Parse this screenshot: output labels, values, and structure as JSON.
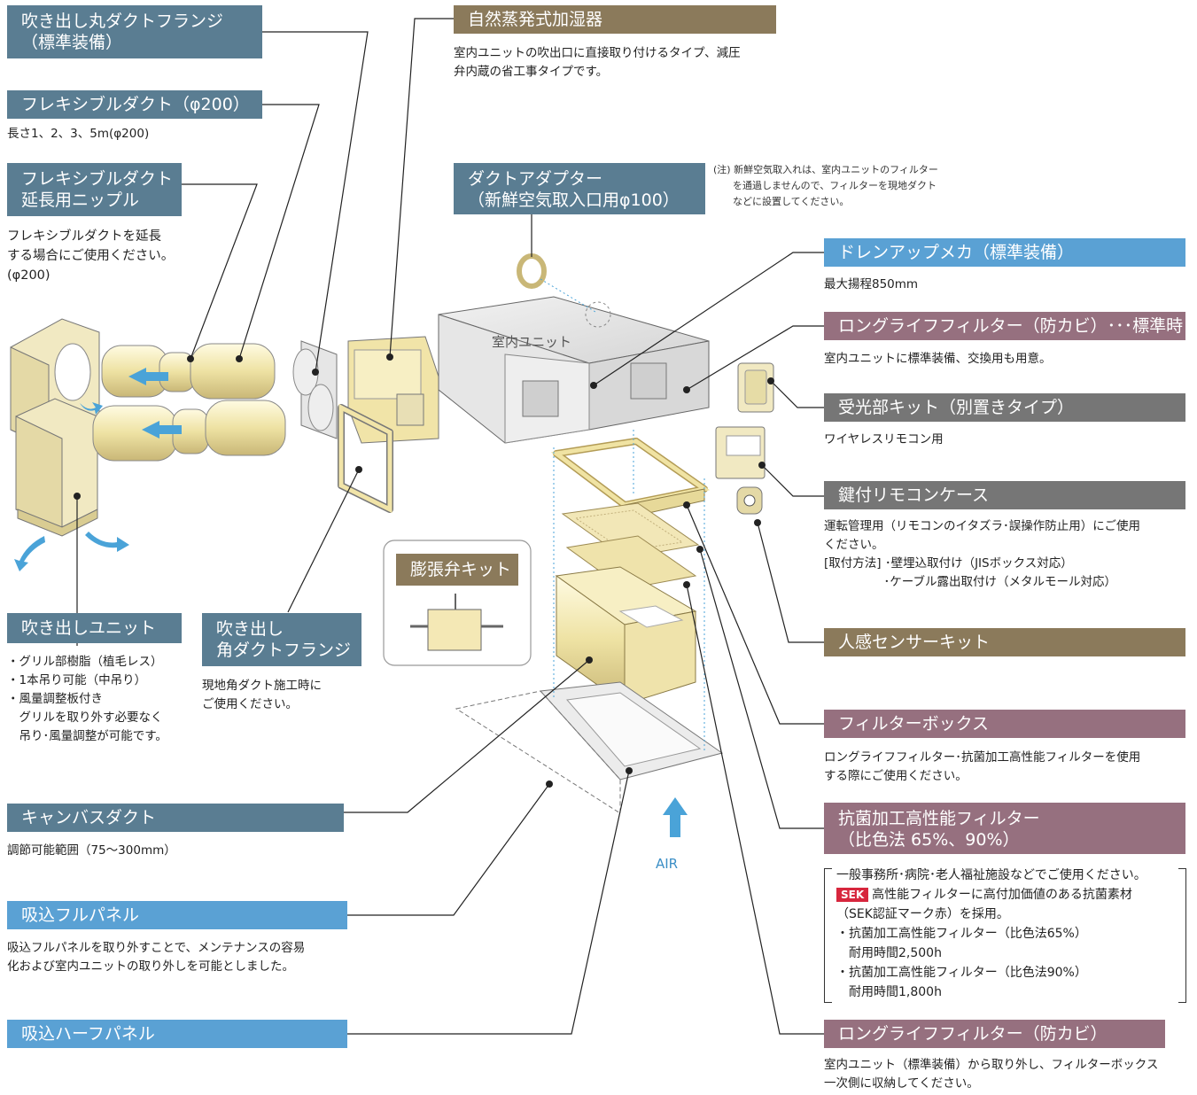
{
  "labels": {
    "marudakuto": [
      "吹き出し丸ダクトフランジ",
      "（標準装備）"
    ],
    "flexible": "フレキシブルダクト（φ200）",
    "nipple": [
      "フレキシブルダクト",
      "延長用ニップル"
    ],
    "fukidashi_unit": "吹き出しユニット",
    "kakudakuto": [
      "吹き出し",
      "角ダクトフランジ"
    ],
    "canvas": "キャンバスダクト",
    "full_panel": "吸込フルパネル",
    "half_panel": "吸込ハーフパネル",
    "humidifier": "自然蒸発式加湿器",
    "adapter": [
      "ダクトアダプター",
      "（新鮮空気取入口用φ100）"
    ],
    "drain": "ドレンアップメカ（標準装備）",
    "longlife_std": "ロングライフフィルター（防カビ）･･･標準時",
    "receiver": "受光部キット（別置きタイプ）",
    "remote_case": "鍵付リモコンケース",
    "sensor": "人感センサーキット",
    "filter_box": "フィルターボックス",
    "antibac": [
      "抗菌加工高性能フィルター",
      "（比色法 65%、90%）"
    ],
    "longlife": "ロングライフフィルター（防カビ）",
    "valve_kit": "膨張弁キット",
    "indoor_unit": "室内ユニット",
    "air": "AIR"
  },
  "descriptions": {
    "flexible": [
      "長さ1、2、3、5m(φ200)"
    ],
    "nipple": [
      "フレキシブルダクトを延長",
      "する場合にご使用ください。",
      "(φ200)"
    ],
    "fukidashi_unit": [
      "・グリル部樹脂（植毛レス）",
      "・1本吊り可能（中吊り）",
      "・風量調整板付き",
      "　グリルを取り外す必要なく",
      "　吊り･風量調整が可能です。"
    ],
    "kakudakuto": [
      "現地角ダクト施工時に",
      "ご使用ください。"
    ],
    "canvas": [
      "調節可能範囲（75〜300mm）"
    ],
    "full_panel": [
      "吸込フルパネルを取り外すことで、メンテナンスの容易",
      "化および室内ユニットの取り外しを可能としました。"
    ],
    "humidifier": [
      "室内ユニットの吹出口に直接取り付けるタイプ、減圧",
      "弁内蔵の省工事タイプです。"
    ],
    "adapter_note": [
      "(注) 新鮮空気取入れは、室内ユニットのフィルター",
      "　　を通過しませんので、フィルターを現地ダクト",
      "　　などに設置してください。"
    ],
    "drain": [
      "最大揚程850mm"
    ],
    "longlife_std": [
      "室内ユニットに標準装備、交換用も用意。"
    ],
    "receiver": [
      "ワイヤレスリモコン用"
    ],
    "remote_case": [
      "運転管理用（リモコンのイタズラ･誤操作防止用）にご使用",
      "ください。",
      "[取付方法] ･壁埋込取付け（JISボックス対応）",
      "　　　　　･ケーブル露出取付け（メタルモール対応）"
    ],
    "filter_box": [
      "ロングライフフィルター･抗菌加工高性能フィルターを使用",
      "する際にご使用ください。"
    ],
    "antibac_line1": "一般事務所･病院･老人福祉施設などでご使用ください。",
    "antibac_badge": "SEK",
    "antibac_line2": "高性能フィルターに高付加価値のある抗菌素材",
    "antibac_rest": [
      "（SEK認証マーク赤）を採用。",
      "・抗菌加工高性能フィルター（比色法65%）",
      "　耐用時間2,500h",
      "・抗菌加工高性能フィルター（比色法90%）",
      "　耐用時間1,800h"
    ],
    "longlife": [
      "室内ユニット（標準装備）から取り外し、フィルターボックス",
      "一次側に収納してください。"
    ]
  },
  "colors": {
    "teal": "#5a7d92",
    "brown": "#8b7a5b",
    "blue": "#5aa1d4",
    "mauve": "#96707f",
    "grey": "#767676",
    "arrow": "#4aa3d8",
    "cream": "#f5efc8"
  }
}
